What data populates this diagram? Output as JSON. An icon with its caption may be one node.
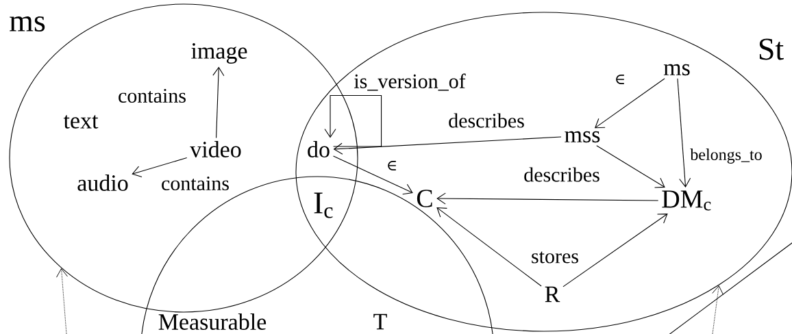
{
  "diagram": {
    "nodes": [
      {
        "text": [
          "ms"
        ]
      },
      {
        "text": [
          "St"
        ]
      },
      {
        "text": [
          "Measurable",
          "T"
        ]
      },
      {
        "text": [
          "image"
        ],
        "in": 0
      },
      {
        "text": [
          "text"
        ],
        "in": 0
      },
      {
        "text": [
          "video"
        ],
        "in": 0
      },
      {
        "text": [
          "audio"
        ],
        "in": 0
      },
      {
        "text": [
          "do"
        ]
      },
      {
        "text": [
          "ms"
        ],
        "in": 1
      },
      {
        "text": [
          "mss"
        ],
        "in": 1
      },
      {
        "text": [
          "C"
        ],
        "in": 1
      },
      {
        "text": [
          "DM$_{c}$"
        ],
        "in": 1
      },
      {
        "text": [
          "R"
        ],
        "in": 1
      }
    ],
    "edges": [
      {
        "from": 5,
        "to": 3,
        "arrow": "to",
        "label": "contains"
      },
      {
        "from": 5,
        "to": 6,
        "arrow": "to",
        "label": "contains"
      },
      {
        "from": 7,
        "to": 7,
        "arrow": "to",
        "label": "is_version_of"
      },
      {
        "from": 9,
        "to": 7,
        "arrow": "to",
        "label": "describes"
      },
      {
        "from": 7,
        "to": 10,
        "arrow": "to",
        "label": "∈"
      },
      {
        "from": 8,
        "to": 9,
        "arrow": "to",
        "label": "∈"
      },
      {
        "from": 8,
        "to": 11,
        "arrow": "to",
        "label": "belongs_to"
      },
      {
        "from": 9,
        "to": 11,
        "arrow": "to"
      },
      {
        "from": 11,
        "to": 10,
        "arrow": "to",
        "label": "describes"
      },
      {
        "from": 12,
        "to": 10,
        "arrow": "to",
        "label": "stores"
      },
      {
        "from": 12,
        "to": 11,
        "arrow": "to"
      },
      {
        "from": null,
        "to": 0,
        "arrow": "to",
        "style": "dashed"
      },
      {
        "from": null,
        "to": 1,
        "arrow": "to",
        "style": "dashed"
      }
    ],
    "labels": [
      "I$_{c}$"
    ]
  }
}
